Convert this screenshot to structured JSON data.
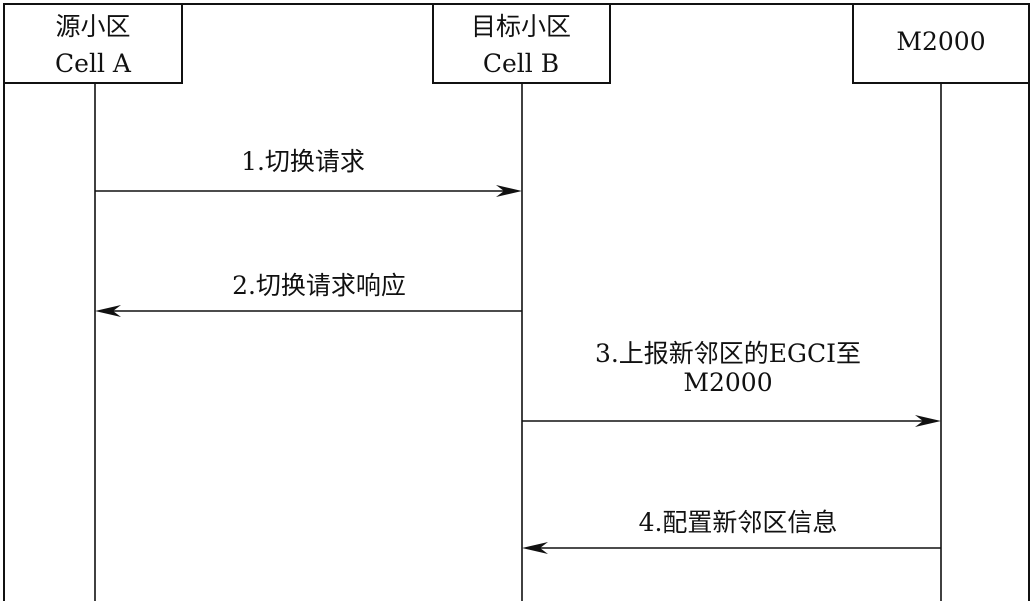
{
  "actors": [
    {
      "id": "a",
      "lines": [
        "源小区",
        "Cell A"
      ]
    },
    {
      "id": "b",
      "lines": [
        "目标小区",
        "Cell B"
      ]
    },
    {
      "id": "c",
      "lines": [
        "M2000"
      ]
    }
  ],
  "messages": [
    {
      "from": "a",
      "to": "b",
      "lines": [
        "1.切换请求"
      ]
    },
    {
      "from": "b",
      "to": "a",
      "lines": [
        "2.切换请求响应"
      ]
    },
    {
      "from": "b",
      "to": "c",
      "lines": [
        "3.上报新邻区的EGCI至",
        "M2000"
      ]
    },
    {
      "from": "c",
      "to": "b",
      "lines": [
        "4.配置新邻区信息"
      ]
    }
  ],
  "colors": {
    "line": "#111111",
    "background": "#ffffff"
  }
}
